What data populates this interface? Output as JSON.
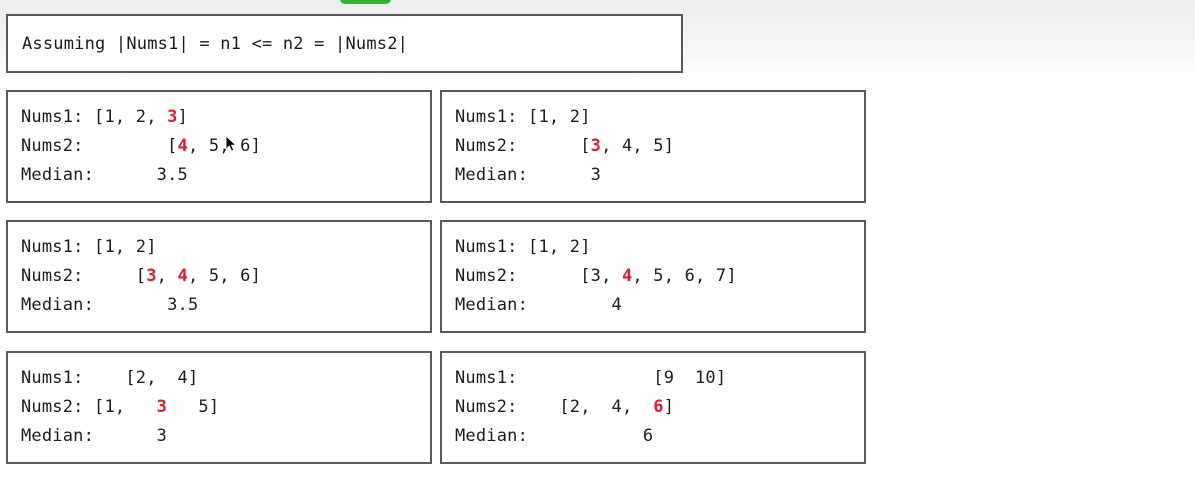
{
  "decoration": {
    "green_pill": {
      "name": "green-progress-pill",
      "color": "#2cb82c"
    },
    "highlight_color": "#e8192c",
    "border_color": "#595959",
    "text_color": "#1c1c1c"
  },
  "assumption": {
    "text": "Assuming |Nums1| = n1 <= n2 = |Nums2|"
  },
  "cases": [
    {
      "id": "case-1",
      "lines": [
        [
          {
            "t": "Nums1: [1, 2, "
          },
          {
            "t": "3",
            "hl": true
          },
          {
            "t": "]"
          }
        ],
        [
          {
            "t": "Nums2:        ["
          },
          {
            "t": "4",
            "hl": true
          },
          {
            "t": ", 5, 6]"
          }
        ],
        [
          {
            "t": "Median:      3.5"
          }
        ]
      ]
    },
    {
      "id": "case-2",
      "lines": [
        [
          {
            "t": "Nums1: [1, 2]"
          }
        ],
        [
          {
            "t": "Nums2:      ["
          },
          {
            "t": "3",
            "hl": true
          },
          {
            "t": ", 4, 5]"
          }
        ],
        [
          {
            "t": "Median:      3"
          }
        ]
      ]
    },
    {
      "id": "case-3",
      "lines": [
        [
          {
            "t": "Nums1: [1, 2]"
          }
        ],
        [
          {
            "t": "Nums2:     ["
          },
          {
            "t": "3",
            "hl": true
          },
          {
            "t": ", "
          },
          {
            "t": "4",
            "hl": true
          },
          {
            "t": ", 5, 6]"
          }
        ],
        [
          {
            "t": "Median:       3.5"
          }
        ]
      ]
    },
    {
      "id": "case-4",
      "lines": [
        [
          {
            "t": "Nums1: [1, 2]"
          }
        ],
        [
          {
            "t": "Nums2:      [3, "
          },
          {
            "t": "4",
            "hl": true
          },
          {
            "t": ", 5, 6, 7]"
          }
        ],
        [
          {
            "t": "Median:        4"
          }
        ]
      ]
    },
    {
      "id": "case-5",
      "lines": [
        [
          {
            "t": "Nums1:    [2,  4]"
          }
        ],
        [
          {
            "t": "Nums2: [1,   "
          },
          {
            "t": "3",
            "hl": true
          },
          {
            "t": "   5]"
          }
        ],
        [
          {
            "t": "Median:      3"
          }
        ]
      ]
    },
    {
      "id": "case-6",
      "lines": [
        [
          {
            "t": "Nums1:             [9  10]"
          }
        ],
        [
          {
            "t": "Nums2:    [2,  4,  "
          },
          {
            "t": "6",
            "hl": true
          },
          {
            "t": "]"
          }
        ],
        [
          {
            "t": "Median:           6"
          }
        ]
      ]
    }
  ]
}
